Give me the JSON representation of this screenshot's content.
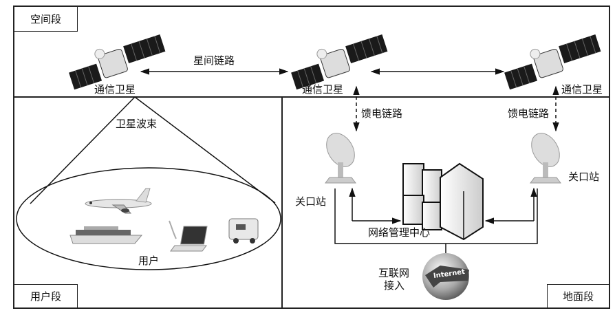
{
  "segments": {
    "space": "空间段",
    "user": "用户段",
    "ground": "地面段"
  },
  "satellites": [
    {
      "label": "通信卫星"
    },
    {
      "label": "通信卫星"
    },
    {
      "label": "通信卫星"
    }
  ],
  "links": {
    "inter_satellite": "星间链路",
    "feeder_left": "馈电链路",
    "feeder_right": "馈电链路",
    "beam": "卫星波束"
  },
  "user_area": {
    "label": "用户",
    "devices": [
      "airplane-icon",
      "ship-icon",
      "laptop-icon",
      "rv-icon"
    ]
  },
  "ground": {
    "gateway_left": "关口站",
    "gateway_right": "关口站",
    "nmc": "网络管理中心",
    "internet_label_line1": "互联网",
    "internet_label_line2": "接入",
    "globe_text": "Internet"
  },
  "colors": {
    "line": "#111111",
    "panel": "#222222"
  }
}
